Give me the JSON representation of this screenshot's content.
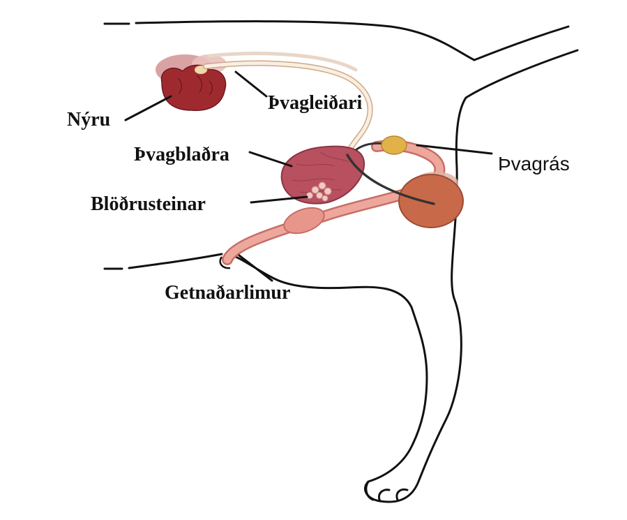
{
  "labels": {
    "kidney": "Nýru",
    "ureter": "Þvagleiðari",
    "bladder": "Þvagblaðra",
    "bladder_stones": "Blöðrusteinar",
    "urethra": "Þvagrás",
    "penis": "Getnaðarlimur"
  },
  "colors": {
    "kidney": "#9e2a2f",
    "kidney_back": "#d9a3a3",
    "bladder": "#b8505f",
    "stones": "#f2c9c6",
    "urethra": "#e89a90",
    "prostate": "#c8694a",
    "gland": "#e2b24a",
    "catheter": "#333333",
    "outline": "#111111"
  }
}
